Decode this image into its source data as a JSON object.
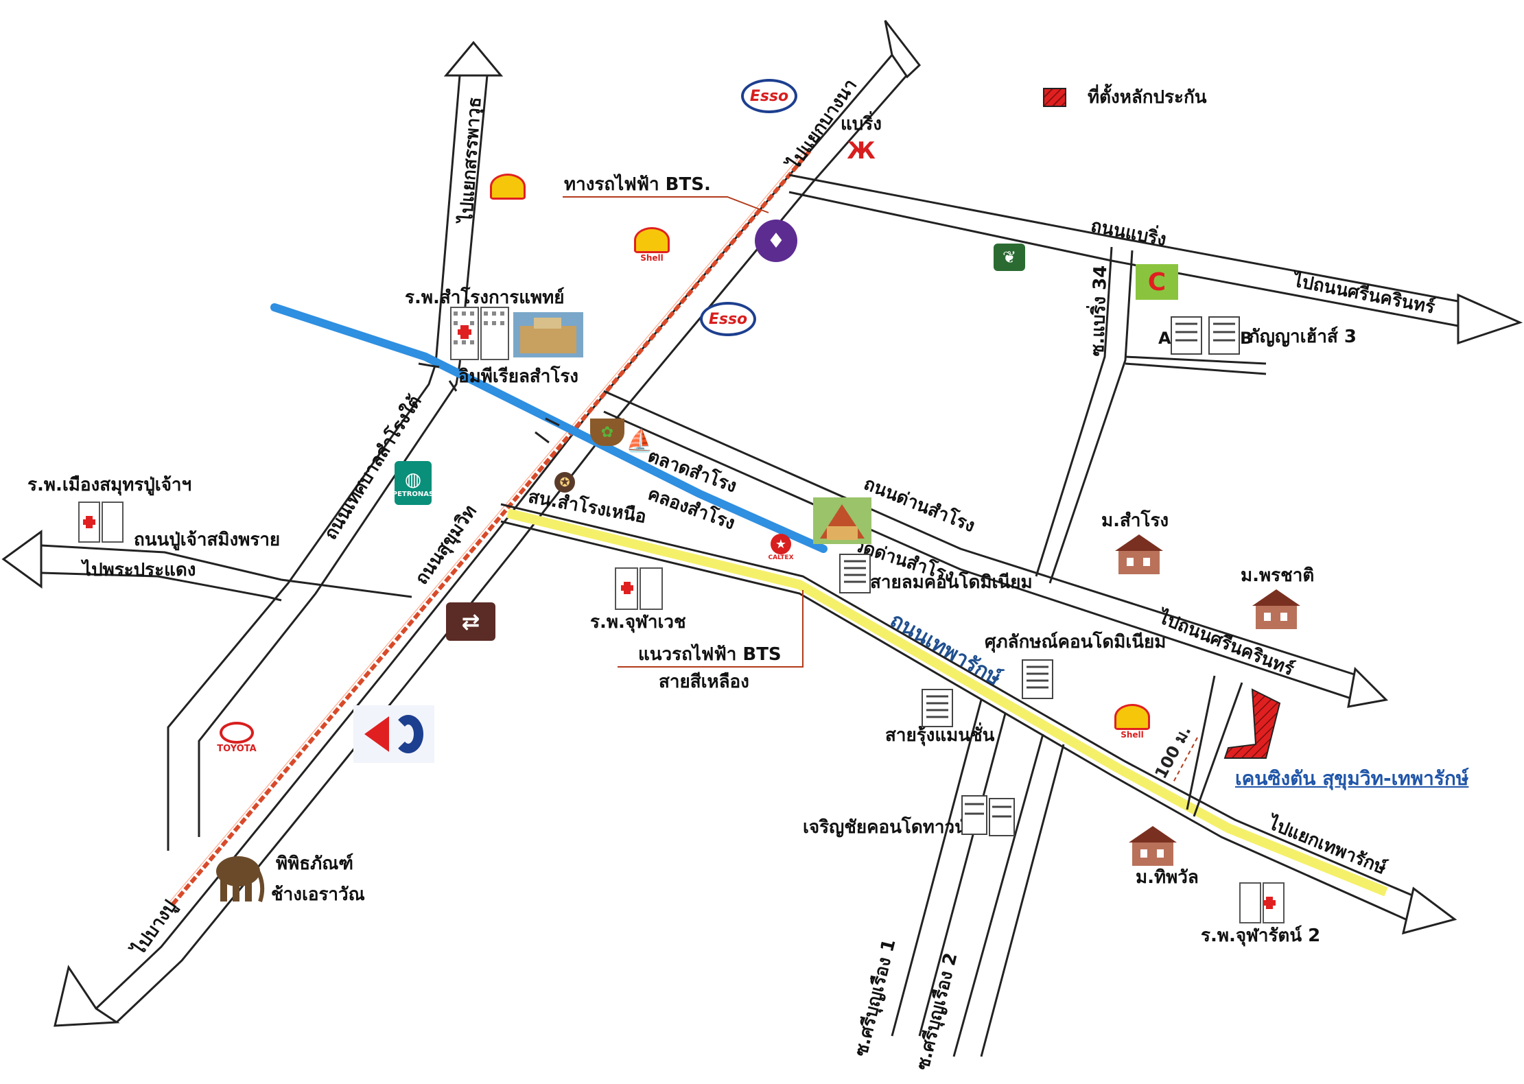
{
  "legend": {
    "collateral_label": "ที่ตั้งหลักประกัน",
    "collateral_color": "#e02020"
  },
  "colors": {
    "road_outline": "#222222",
    "khlong": "#2f8fe0",
    "bts_line": "#d84a2a",
    "yellow_line": "#f5f06a",
    "collateral": "#e02020",
    "callout_line": "#b23a1a",
    "link_blue": "#1f55a8"
  },
  "roads": {
    "sukhumvit": "ถนนสุขุมวิท",
    "to_bangna": "ไปแยกบางนา",
    "to_bangpu": "ไปบางปู",
    "thesaban": "ถนนเทศบาลสำโรงใต้",
    "to_sanphawut": "ไปแยกสรรพาวุธ",
    "pu_chao": "ถนนปู่เจ้าสมิงพราย",
    "to_phrapradaeng": "ไปพระประแดง",
    "bearing": "ถนนแบริ่ง",
    "to_srinakarin_1": "ไปถนนศรีนครินทร์",
    "dan_samrong": "ถนนด่านสำโรง",
    "to_srinakarin_2": "ไปถนนศรีนครินทร์",
    "theparak": "ถนนเทพารักษ์",
    "to_theparak_junction": "ไปแยกเทพารักษ์",
    "soi_bearing_34": "ซ.แบริ่ง 34",
    "soi_sriboonruang_1": "ซ.ศรีบุญเรือง 1",
    "soi_sriboonruang_2": "ซ.ศรีบุญเรือง 2"
  },
  "callouts": {
    "bts_track": "ทางรถไฟฟ้า BTS.",
    "yellow_line_1": "แนวรถไฟฟ้า BTS",
    "yellow_line_2": "สายสีเหลือง",
    "distance": "100 ม."
  },
  "places": {
    "samrong_hospital": "ร.พ.สำโรงการแพทย์",
    "imperial": "อิมพีเรียลสำโรง",
    "muang_samut_hospital": "ร.พ.เมืองสมุทรปู่เจ้าฯ",
    "samrong_market": "ตลาดสำโรง",
    "khlong_samrong": "คลองสำโรง",
    "samrong_nuea_police": "สน.สำโรงเหนือ",
    "wat_dan_samrong": "วัดด่านสำโรง",
    "sailom_condo": "สายลมคอนโดมิเนียม",
    "chularat_hospital": "ร.พ.จุฬาเวช",
    "suppalak_condo": "ศุภลักษณ์คอนโดมิเนียม",
    "sairung": "สายรุ้งแมนชั่น",
    "charoenchai": "เจริญชัยคอนโดทาวน์",
    "m_samrong": "ม.สำโรง",
    "m_phonchat": "ม.พรชาติ",
    "m_thippawan": "ม.ทิพวัล",
    "chularat2": "ร.พ.จุฬารัตน์ 2",
    "kanya_house": "กัญญาเฮ้าส์ 3",
    "kanya_a": "A",
    "kanya_b": "B",
    "erawan_1": "พิพิธภัณฑ์",
    "erawan_2": "ช้างเอราวัณ",
    "bearing_station": "แบริ่ง",
    "kensington": "เคนซิงตัน สุขุมวิท-เทพารักษ์"
  },
  "logos": {
    "esso_1": "Esso",
    "esso_2": "Esso",
    "shell_1": "Shell",
    "shell_2": "Shell",
    "shell_3": "Shell",
    "petronas": "PETRONAS",
    "toyota": "TOYOTA",
    "caltex": "CALTEX"
  },
  "icons": {
    "esso": "esso-logo-icon",
    "shell": "shell-logo-icon",
    "scb": "scb-bank-icon",
    "petronas": "petronas-logo-icon",
    "bangchak": "bangchak-logo-icon",
    "bigc": "bigc-logo-icon",
    "carrefour": "carrefour-logo-icon",
    "toyota": "toyota-logo-icon",
    "handshake": "handshake-logo-icon",
    "caltex": "caltex-logo-icon",
    "bts": "bts-logo-icon",
    "market": "market-basket-icon",
    "hospital": "hospital-building-icon",
    "condo": "condo-building-icon",
    "house": "house-icon",
    "elephant": "elephant-icon"
  }
}
